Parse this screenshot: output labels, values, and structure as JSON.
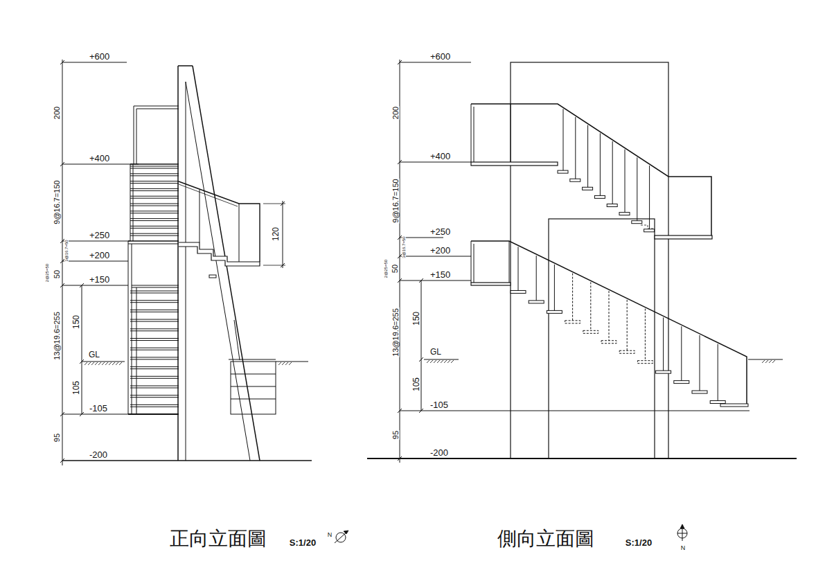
{
  "diagram": {
    "labels": [
      "+600",
      "200",
      "+400",
      "9@16.7=150",
      "+250",
      "3@16.7=50",
      "+200",
      "2@25=50",
      "50",
      "+150",
      "150",
      "GL",
      "13@19.6=255",
      "105",
      "-105",
      "95",
      "-200",
      "120",
      "正向立面圖",
      "S:1/20",
      "N",
      "+600",
      "200",
      "+400",
      "9@16.7=150",
      "+250",
      "3@16.7=50",
      "+200",
      "2@25=50",
      "50",
      "+150",
      "150",
      "GL",
      "13@19.6=255",
      "105",
      "-105",
      "95",
      "-200",
      "側向立面圖",
      "S:1/20",
      "N"
    ]
  }
}
